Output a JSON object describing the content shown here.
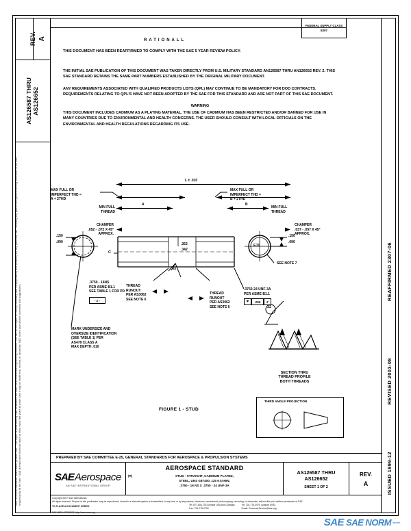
{
  "left_strip": {
    "rev_label": "REV.",
    "rev_value": "A",
    "part_range": "AS126587 THRU\nAS126652",
    "legal_text": "SAE Technical Standards Board Rules provide that: \"This report is published by SAE to advance the state of technical and engineering sciences. The use of this report is entirely voluntary, and its applicability and suitability for any particular use, including any patent infringement arising therefrom, is the sole responsibility of the user.\"  SAE reviews each technical report at least every five years at which time it may be reaffirmed, revised, or cancelled. SAE invites your written comments and suggestions."
  },
  "right_strip": {
    "reaffirmed": "REAFFIRMED 2307-06",
    "revised": "REVISED 2003-08",
    "issued": "ISSUED 1999-12"
  },
  "header": {
    "fsc_title": "FEDERAL SUPPLY CLASS",
    "fsc_value": "5307",
    "national": "RATIONALL",
    "reaffirm_note": "THIS DOCUMENT HAS BEEN REAFFIRMED TO COMPLY WITH THE SAE 5 YEAR REVIEW POLICY."
  },
  "body": {
    "para1": "THE INITIAL SAE PUBLICATION OF THIS DOCUMENT WAS TAKEN DIRECTLY FROM U.S. MILITARY STANDARD AN126587 THRU AN126652 REV. 2. THIS SAE STANDARD RETAINS THE SAME PART NUMBERS ESTABLISHED BY THE ORIGINAL MILITARY DOCUMENT.",
    "para2": "ANY REQUIREMENTS ASSOCIATED WITH QUALIFIED PRODUCTS LISTS (QPL) MAY CONTINUE TO BE MANDATORY FOR DOD CONTRACTS. REQUIREMENTS RELATING TO QPL'S HAVE NOT BEEN ADOPTED BY THE SAE FOR THIS STANDARD AND ARE NOT PART OF THIS SAE DOCUMENT.",
    "warning_heading": "WARNING",
    "para3": "THIS DOCUMENT INCLUDES CADMIUM AS A PLATING MATERIAL. THE USE OF CADMIUM HAS BEEN RESTRICTED AND/OR BANNED FOR USE IN MANY COUNTRIES DUE TO ENVIRONMENTAL AND HEALTH CONCERNS.  THE USER SHOULD CONSULT WITH LOCAL OFFICIALS ON THE ENVIRONMENTAL AND HEALTH REGULATIONS REGARDING ITS USE."
  },
  "drawing": {
    "caption": "FIGURE 1 - STUD",
    "dim_overall": "L ± .010",
    "dim_a": "A",
    "dim_b": "B",
    "max_full_left": "MAX FULL OR\nIMPERFECT THD =\nA + 2THD",
    "max_full_right": "MAX FULL OR\nIMPERFECT THD =\nB + 2THD",
    "min_full_left": "MIN FULL\nTHREAD",
    "min_full_right": "MIN FULL\nTHREAD",
    "chamfer_left": "CHAMFER\n.052 - .072 X 45°\nAPPROX.",
    "chamfer_right": "CHAMFER\n.037 - .057 X 45°\nAPPROX.",
    "dia_upper": ".362",
    "dia_lower": ".342",
    "end_dim_left_upper": ".150",
    "end_dim_left_lower": ".090",
    "end_dim_right_upper": ".150",
    "end_dim_right_lower": ".090",
    "thread_left": ".3750 - 16NS\nPER ASME B1.1\nSEE TABLE 1 FOR PD",
    "datum_z_left": "- Z -",
    "thread_right": ".3750-24 UNF-3A\nPER ASME B1.1",
    "tol_right": ".006",
    "tol_datum": "Z",
    "see_note_7": "SEE NOTE 7",
    "datum_c": "C",
    "end_mark_right": "E11",
    "thread_runout_left": "THREAD\nRUNOUT\nPER AS3062\nSEE NOTE 6",
    "thread_runout_right": "THREAD\nRUNOUT\nPER AS3062\nSEE NOTE 6",
    "surface_63": "63",
    "surface_32": "32",
    "mark_note": "MARK UNDERSIZE AND\nOVERSIZE IDENTIFICATION\n(SEE TABLE 1) PER\nAS478 CLASS A\nMAX DEPTH .010",
    "section_caption": "SECTION THRU\nTHREAD PROFILE\nBOTH THREADS",
    "third_angle": "THIRD ANGLE PROJECTION"
  },
  "title_block": {
    "prepared_by": "PREPARED BY SAE COMMITTEE E-25, GENERAL STANDARDS FOR AEROSPACE & PROPULSION SYSTEMS",
    "logo_sae": "SAE",
    "logo_aerospace": "Aerospace",
    "logo_sub": "AN SAE INTERNATIONAL GROUP",
    "standard_title": "AEROSPACE STANDARD",
    "ir_label": "(R)",
    "desc_line1": "STUD - STRAIGHT, CADMIUM PLATED,",
    "desc_line2": "STEEL, UNS G87400, 125 KSI MIN,",
    "desc_line3": ".3750 - 16 NS X .3750 - 24 UNF-3A",
    "number_line1": "AS126587 THRU",
    "number_line2": "AS126652",
    "sheet": "SHEET 1 OF 2",
    "rev_label": "REV.",
    "rev_value": "A"
  },
  "footer": {
    "copyright": "Copyright 2007 SAE International",
    "rights": "All rights reserved. No part of this publication may be reproduced, stored in a retrieval system or transmitted, in any form or by any means, electronic, mechanical, photocopying, recording, or otherwise, without the prior written permission of SAE.",
    "order_label": "TO PLACE A DOCUMENT ORDER:",
    "tel_inside": "Tel: 877-606-7323 (inside USA and Canada)",
    "tel_outside": "Tel: 724-776-4970 (outside USA)",
    "fax": "Fax: 724-776-0790",
    "email": "Email: CustomerService@sae.org",
    "web": "SAE WEB ADDRESS: http://www.sae.org",
    "watermark_sae": "SAE",
    "watermark_text": "SAE NORM",
    "watermark_sub": "standards"
  }
}
